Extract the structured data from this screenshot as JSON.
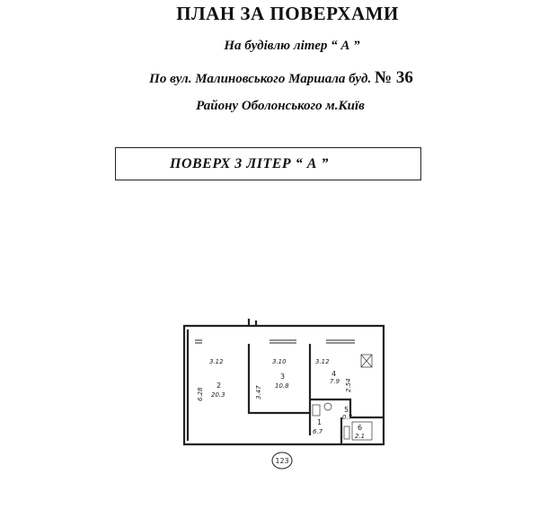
{
  "header": {
    "title": "ПЛАН ЗА ПОВЕРХАМИ",
    "building_line": "На будівлю літер “ А ”",
    "address_prefix": "По вул. Малиновського Маршала буд.",
    "address_number": "№ 36",
    "district_line": "Району Оболонського м.Київ"
  },
  "floor_label": "ПОВЕРХ 3 ЛІТЕР “ А ”",
  "plan": {
    "rooms": [
      {
        "num": "2",
        "area": "20.3",
        "width": "3.12",
        "length": "6.28"
      },
      {
        "num": "3",
        "area": "10.8",
        "width": "3.10",
        "length": "3.47"
      },
      {
        "num": "4",
        "area": "7.9",
        "width": "3.12",
        "length": "2.54"
      },
      {
        "num": "1",
        "area": "6.7"
      },
      {
        "num": "5",
        "area": "0.7"
      },
      {
        "num": "6",
        "area": "2.1"
      }
    ],
    "apartment_number": "123"
  }
}
